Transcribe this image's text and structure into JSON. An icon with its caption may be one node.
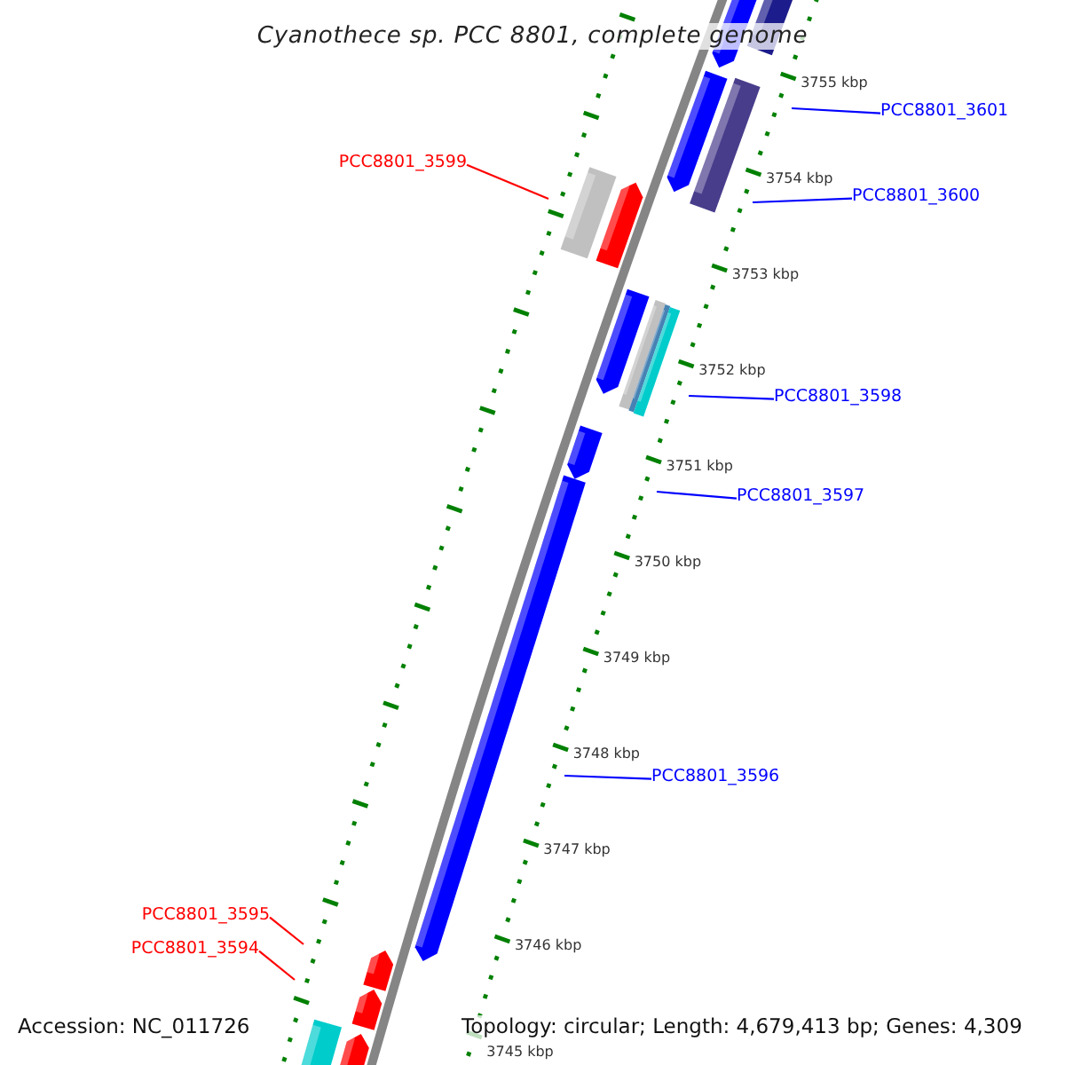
{
  "diagram": {
    "title": "Cyanothece sp. PCC 8801, complete genome",
    "nodes": [
      {
        "text": [
          "PCC8801_3601"
        ]
      },
      {
        "text": [
          "PCC8801_3599"
        ]
      },
      {
        "text": [
          "PCC8801_3600"
        ]
      },
      {
        "text": [
          "PCC8801_3598"
        ]
      },
      {
        "text": [
          "PCC8801_3597"
        ]
      },
      {
        "text": [
          "PCC8801_3596"
        ]
      },
      {
        "text": [
          "PCC8801_3595"
        ]
      },
      {
        "text": [
          "PCC8801_3594"
        ]
      }
    ],
    "edges": [
      {
        "from": 0,
        "to": null,
        "arrow": "none"
      },
      {
        "from": 1,
        "to": null,
        "arrow": "none",
        "color": "#ff0000"
      },
      {
        "from": 2,
        "to": null,
        "arrow": "none"
      },
      {
        "from": 3,
        "to": null,
        "arrow": "none"
      },
      {
        "from": 4,
        "to": null,
        "arrow": "none"
      },
      {
        "from": 5,
        "to": null,
        "arrow": "none"
      },
      {
        "from": 6,
        "to": null,
        "arrow": "none",
        "color": "#ff0000"
      },
      {
        "from": 7,
        "to": null,
        "arrow": "none",
        "color": "#ff0000"
      }
    ],
    "labels": [
      "3755 kbp",
      "3754 kbp",
      "3753 kbp",
      "3752 kbp",
      "3751 kbp",
      "3750 kbp",
      "3749 kbp",
      "3748 kbp",
      "3747 kbp",
      "3746 kbp",
      "3745 kbp",
      "Accession: NC_011726",
      "Topology: circular; Length: 4,679,413 bp; Genes: 4,309"
    ]
  }
}
